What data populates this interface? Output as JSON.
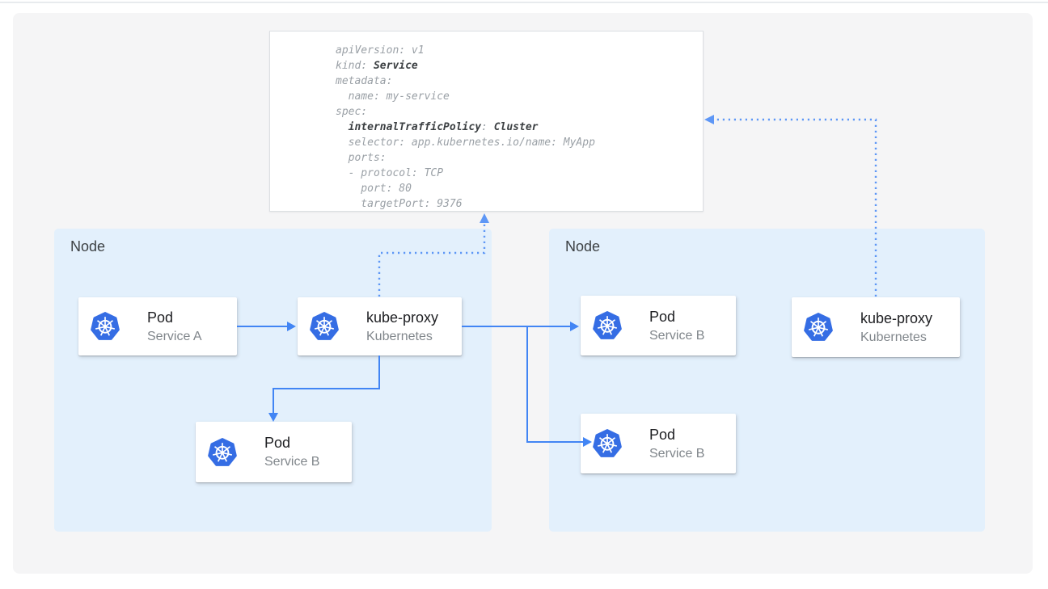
{
  "yaml_box": {
    "lines": [
      {
        "a": "apiVersion: v1"
      },
      {
        "a": "kind: ",
        "b": "Service"
      },
      {
        "a": "metadata:"
      },
      {
        "a": "  name: my-service"
      },
      {
        "a": "spec:"
      },
      {
        "a": "  ",
        "b": "internalTrafficPolicy",
        "c": ": ",
        "d": "Cluster"
      },
      {
        "a": "  selector: app.kubernetes.io/name: MyApp"
      },
      {
        "a": "  ports:"
      },
      {
        "a": "  - protocol: TCP"
      },
      {
        "a": "    port: 80"
      },
      {
        "a": "    targetPort: 9376"
      }
    ]
  },
  "nodes": {
    "left": {
      "label": "Node"
    },
    "right": {
      "label": "Node"
    }
  },
  "cards": {
    "pod_a": {
      "title": "Pod",
      "subtitle": "Service A",
      "icon": "kubernetes-helm"
    },
    "kube_proxy_left": {
      "title": "kube-proxy",
      "subtitle": "Kubernetes",
      "icon": "kubernetes-helm"
    },
    "pod_b_left": {
      "title": "Pod",
      "subtitle": "Service B",
      "icon": "kubernetes-helm"
    },
    "pod_b_right_top": {
      "title": "Pod",
      "subtitle": "Service B",
      "icon": "kubernetes-helm"
    },
    "pod_b_right_bottom": {
      "title": "Pod",
      "subtitle": "Service B",
      "icon": "kubernetes-helm"
    },
    "kube_proxy_right": {
      "title": "kube-proxy",
      "subtitle": "Kubernetes",
      "icon": "kubernetes-helm"
    }
  },
  "colors": {
    "accent_blue": "#4285f4",
    "dotted_blue": "#5e97f6",
    "node_fill": "#e3f0fc",
    "kubernetes_blue": "#356de4",
    "panel_bg": "#f5f5f6",
    "card_bg": "#ffffff",
    "code_regular": "#9aa0a6",
    "code_bold": "#3c4043",
    "title_text": "#202124",
    "subtitle_text": "#80868b",
    "node_label": "#3c4043",
    "hairline": "#e8ebee"
  }
}
